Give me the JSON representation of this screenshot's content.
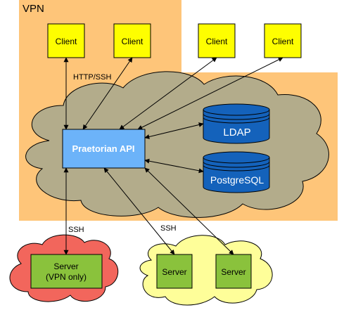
{
  "vpn_label": "VPN",
  "clients": [
    "Client",
    "Client",
    "Client",
    "Client"
  ],
  "api_label": "Praetorian API",
  "databases": [
    "LDAP",
    "PostgreSQL"
  ],
  "edge_labels": {
    "client_link": "HTTP/SSH",
    "vpn_server_link": "SSH",
    "public_server_link": "SSH"
  },
  "vpn_server": {
    "line1": "Server",
    "line2": "(VPN only)"
  },
  "servers": [
    "Server",
    "Server"
  ],
  "colors": {
    "vpn_zone": "#fec579",
    "cloud": "#b3ac8b",
    "client_box": "#fefe00",
    "api_box": "#6cb3f9",
    "database": "#1462bb",
    "server_box": "#8ac23c",
    "red_cloud": "#f2665c",
    "yellow_cloud": "#fefe99"
  }
}
